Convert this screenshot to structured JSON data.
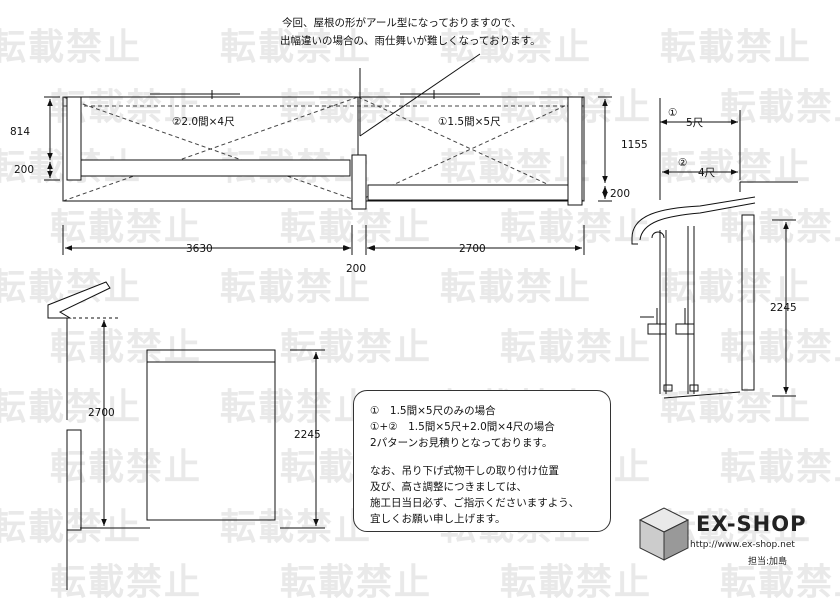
{
  "watermark_text": "転載禁止",
  "top_note": {
    "line1": "今回、屋根の形がアール型になっておりますので、",
    "line2": "出幅違いの場合の、雨仕舞いが難しくなっております。"
  },
  "plan_view": {
    "left_unit_label": "②2.0間×4尺",
    "right_unit_label": "①1.5間×5尺",
    "dim_814": "814",
    "dim_200_left": "200",
    "dim_1155": "1155",
    "dim_200_right": "200",
    "dim_3630": "3630",
    "dim_200_bottom": "200",
    "dim_2700": "2700"
  },
  "side_view": {
    "label_1": "①",
    "label_5shaku": "5尺",
    "label_2": "②",
    "label_4shaku": "4尺",
    "dim_2245": "2245"
  },
  "front_view": {
    "dim_2700": "2700",
    "dim_2245": "2245"
  },
  "note_box": {
    "line1": "①　1.5間×5尺のみの場合",
    "line2": "①+②　1.5間×5尺+2.0間×4尺の場合",
    "line3": "2パターンお見積りとなっております。",
    "line4": "なお、吊り下げ式物干しの取り付け位置",
    "line5": "及び、高さ調整につきましては、",
    "line6": "施工日当日必ず、ご指示くださいますよう、",
    "line7": "宜しくお願い申し上げます。"
  },
  "logo": {
    "name": "EX-SHOP",
    "url": "http://www.ex-shop.net",
    "staff": "担当:加島",
    "icon": "ex-shop-cube-icon"
  }
}
